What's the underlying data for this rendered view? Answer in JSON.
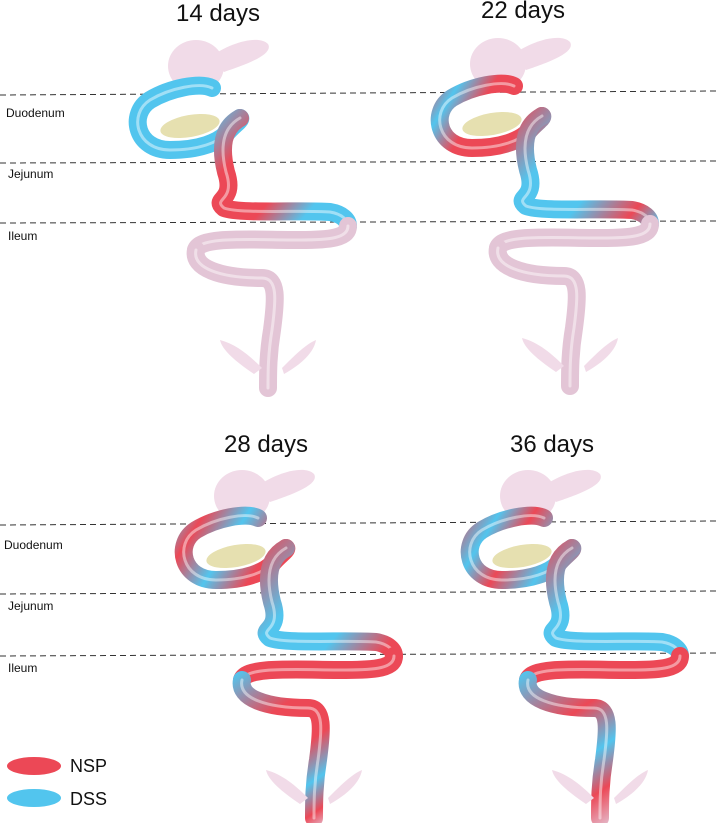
{
  "colors": {
    "nsp": "#ec4856",
    "dss": "#52c5ee",
    "pink": "#e3c5d6",
    "pink_light": "#f1dbe8",
    "pancreas": "#e6e0b0"
  },
  "panels": [
    {
      "title": "14 days",
      "labels": {
        "duodenum": "Duodenum",
        "jejunum": "Jejunum",
        "ileum": "Ileum"
      },
      "segments": [
        {
          "name": "duodenum",
          "mix": [
            [
              "dss",
              0.0
            ],
            [
              "dss",
              1.0
            ]
          ]
        },
        {
          "name": "jejunum",
          "mix": [
            [
              "dss",
              0.0
            ],
            [
              "nsp",
              0.25
            ],
            [
              "nsp",
              0.55
            ],
            [
              "dss",
              0.75
            ],
            [
              "dss",
              1.0
            ]
          ]
        },
        {
          "name": "upper-ileum",
          "mix": [
            [
              "dss",
              0.0
            ],
            [
              "nsp",
              0.4
            ],
            [
              "nsp",
              0.8
            ],
            [
              "pink",
              1.0
            ]
          ]
        },
        {
          "name": "lower-ileum",
          "mix": [
            [
              "pink",
              0.0
            ],
            [
              "pink",
              1.0
            ]
          ]
        }
      ]
    },
    {
      "title": "22 days",
      "labels": {},
      "segments": [
        {
          "name": "duodenum",
          "mix": [
            [
              "nsp",
              0.0
            ],
            [
              "dss",
              0.2
            ],
            [
              "nsp",
              0.4
            ],
            [
              "nsp",
              0.7
            ],
            [
              "dss",
              1.0
            ]
          ]
        },
        {
          "name": "jejunum",
          "mix": [
            [
              "nsp",
              0.0
            ],
            [
              "dss",
              0.3
            ],
            [
              "dss",
              0.6
            ],
            [
              "nsp",
              0.85
            ],
            [
              "dss",
              1.0
            ]
          ]
        },
        {
          "name": "upper-ileum",
          "mix": [
            [
              "dss",
              0.0
            ],
            [
              "nsp",
              0.5
            ],
            [
              "dss",
              0.8
            ],
            [
              "pink",
              1.0
            ]
          ]
        },
        {
          "name": "lower-ileum",
          "mix": [
            [
              "pink",
              0.0
            ],
            [
              "pink",
              1.0
            ]
          ]
        }
      ]
    },
    {
      "title": "28 days",
      "labels": {
        "duodenum": "Duodenum",
        "jejunum": "Jejunum",
        "ileum": "Ileum"
      },
      "segments": [
        {
          "name": "duodenum",
          "mix": [
            [
              "dss",
              0.0
            ],
            [
              "nsp",
              0.2
            ],
            [
              "dss",
              0.45
            ],
            [
              "nsp",
              0.7
            ],
            [
              "nsp",
              1.0
            ]
          ]
        },
        {
          "name": "jejunum",
          "mix": [
            [
              "nsp",
              0.0
            ],
            [
              "dss",
              0.35
            ],
            [
              "dss",
              0.65
            ],
            [
              "nsp",
              0.9
            ],
            [
              "nsp",
              1.0
            ]
          ]
        },
        {
          "name": "upper-ileum",
          "mix": [
            [
              "nsp",
              0.0
            ],
            [
              "dss",
              0.35
            ],
            [
              "dss",
              0.8
            ],
            [
              "nsp",
              1.0
            ]
          ]
        },
        {
          "name": "lower-ileum",
          "mix": [
            [
              "dss",
              0.0
            ],
            [
              "nsp",
              0.3
            ],
            [
              "nsp",
              0.55
            ],
            [
              "dss",
              0.75
            ],
            [
              "nsp",
              0.9
            ],
            [
              "pink",
              1.0
            ]
          ]
        }
      ]
    },
    {
      "title": "36 days",
      "labels": {},
      "segments": [
        {
          "name": "duodenum",
          "mix": [
            [
              "nsp",
              0.0
            ],
            [
              "dss",
              0.25
            ],
            [
              "nsp",
              0.45
            ],
            [
              "dss",
              0.7
            ],
            [
              "nsp",
              1.0
            ]
          ]
        },
        {
          "name": "jejunum",
          "mix": [
            [
              "nsp",
              0.0
            ],
            [
              "dss",
              0.3
            ],
            [
              "dss",
              0.7
            ],
            [
              "dss",
              1.0
            ]
          ]
        },
        {
          "name": "upper-ileum",
          "mix": [
            [
              "dss",
              0.0
            ],
            [
              "dss",
              0.75
            ],
            [
              "nsp",
              1.0
            ]
          ]
        },
        {
          "name": "lower-ileum",
          "mix": [
            [
              "dss",
              0.0
            ],
            [
              "nsp",
              0.35
            ],
            [
              "dss",
              0.6
            ],
            [
              "nsp",
              0.8
            ],
            [
              "pink",
              1.0
            ]
          ]
        }
      ]
    }
  ],
  "legend": [
    {
      "label": "NSP",
      "color": "nsp"
    },
    {
      "label": "DSS",
      "color": "dss"
    }
  ]
}
